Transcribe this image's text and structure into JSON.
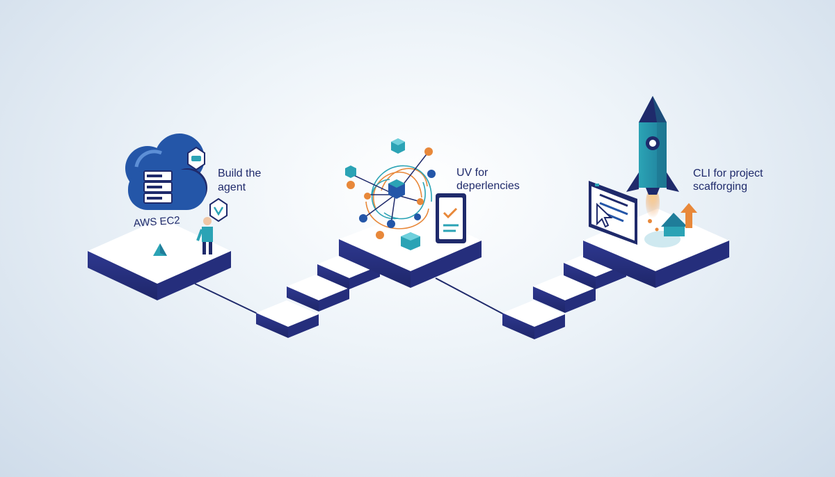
{
  "steps": [
    {
      "label_lines": [
        "Build the",
        "agent"
      ],
      "platform_label": "AWS EC2"
    },
    {
      "label_lines": [
        "UV for",
        "deperlencies"
      ]
    },
    {
      "label_lines": [
        "CLI for project",
        "scafforging"
      ]
    }
  ],
  "colors": {
    "background": "#e8f0f7",
    "platform_top": "#ffffff",
    "platform_side": "#252e7c",
    "navy": "#1f2a6b",
    "blue": "#2456a8",
    "teal": "#2ba3b5",
    "orange": "#e8883a"
  },
  "icons": [
    "cloud-icon",
    "server-icon",
    "chat-bubble-icon",
    "person-icon",
    "cube-network-icon",
    "checklist-icon",
    "rocket-icon",
    "browser-window-icon",
    "cursor-icon",
    "house-icon",
    "arrow-up-icon"
  ]
}
